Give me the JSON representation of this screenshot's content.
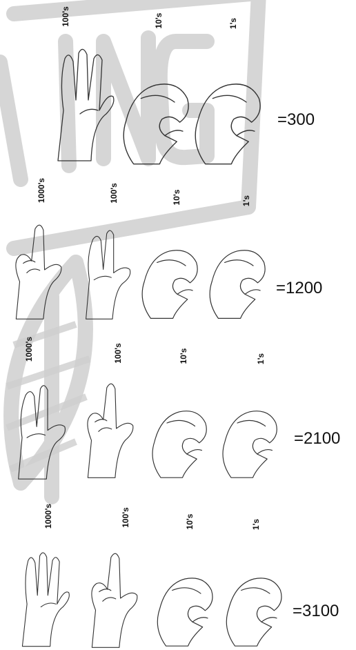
{
  "watermark": {
    "logo_text": "WING",
    "color": "#c9c9c9"
  },
  "rows": [
    {
      "labels": [
        "100's",
        "10's",
        "1's"
      ],
      "hands": [
        "three-fingers",
        "closed",
        "closed"
      ],
      "result": "=300"
    },
    {
      "labels": [
        "1000's",
        "100's",
        "10's",
        "1's"
      ],
      "hands": [
        "one-finger",
        "two-fingers",
        "closed",
        "closed"
      ],
      "result": "=1200"
    },
    {
      "labels": [
        "1000's",
        "100's",
        "10's",
        "1's"
      ],
      "hands": [
        "two-fingers",
        "one-finger",
        "closed",
        "closed"
      ],
      "result": "=2100"
    },
    {
      "labels": [
        "1000's",
        "100's",
        "10's",
        "1's"
      ],
      "hands": [
        "three-fingers",
        "one-finger",
        "closed",
        "closed"
      ],
      "result": "=3100"
    }
  ]
}
